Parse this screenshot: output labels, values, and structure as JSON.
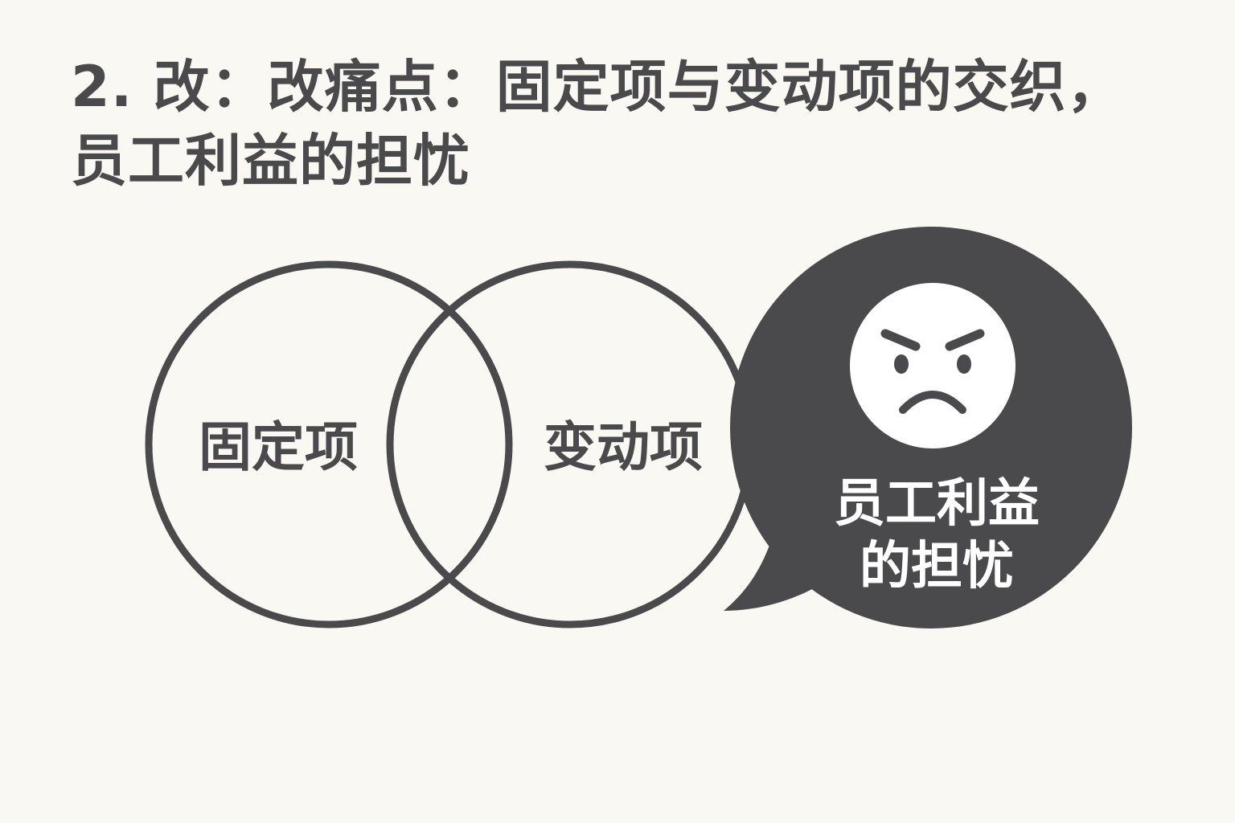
{
  "title": {
    "line1": "2. 改：改痛点：固定项与变动项的交织，",
    "line2": "员工利益的担忧"
  },
  "venn": {
    "left_label": "固定项",
    "right_label": "变动项"
  },
  "bubble": {
    "line1": "员工利益",
    "line2": "的担忧",
    "icon": "angry-face-icon"
  },
  "colors": {
    "background": "#f9f8f3",
    "ink": "#4a4a4c",
    "bubble_fill": "#4a4a4c",
    "face_fill": "#ffffff"
  }
}
